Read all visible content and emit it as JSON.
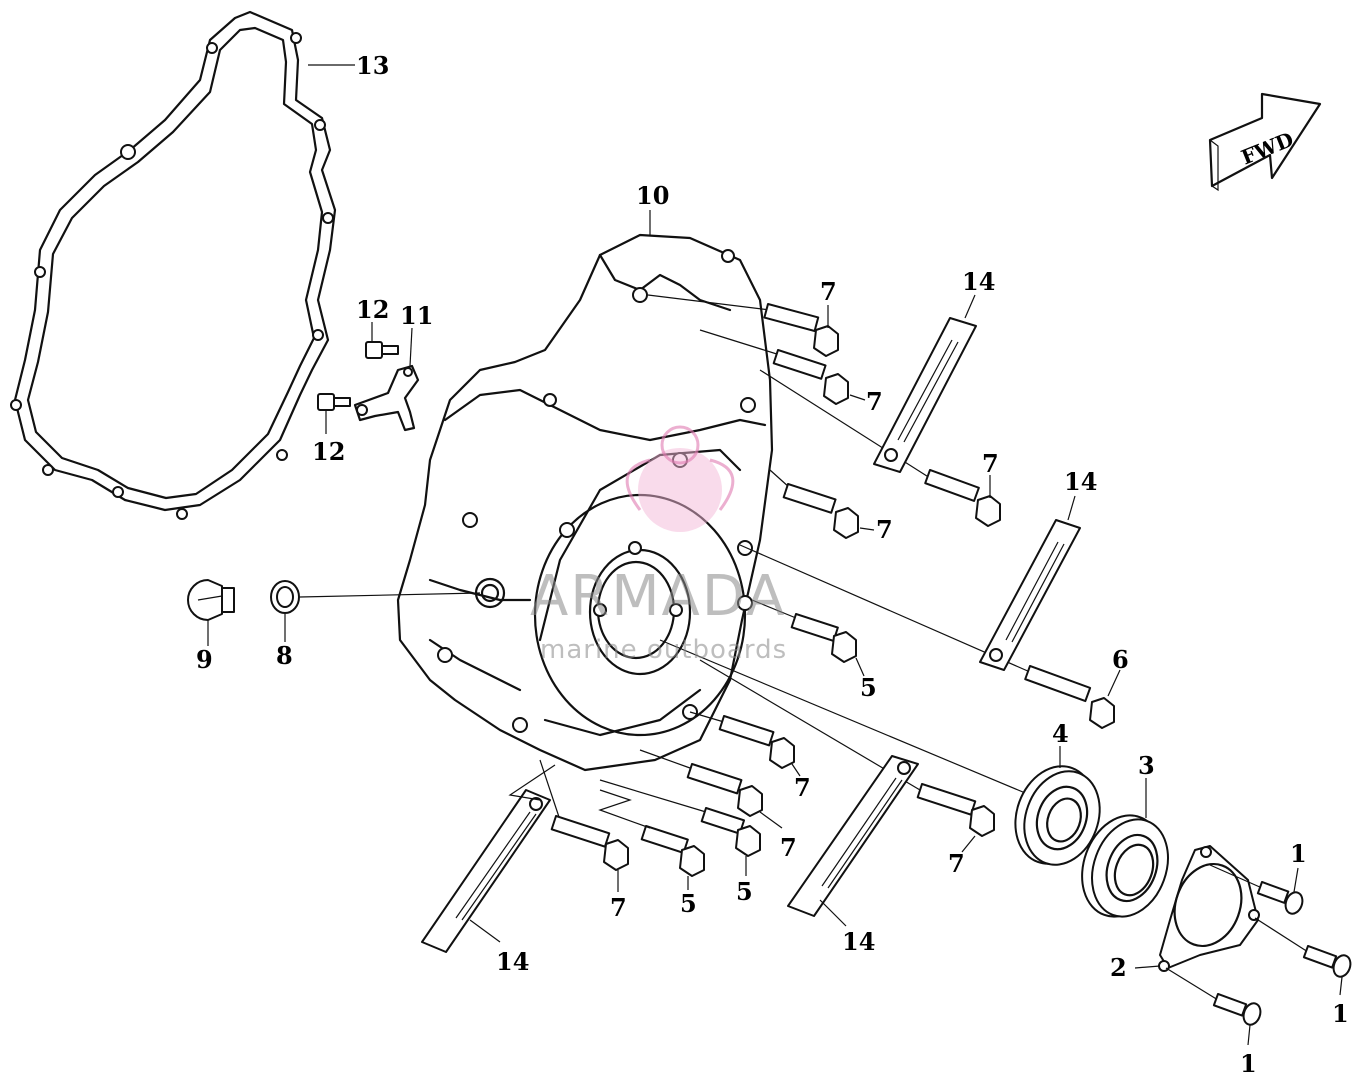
{
  "diagram": {
    "fwd_label": "FWD",
    "watermark": {
      "brand": "ARMADA",
      "tagline": "marine outboards",
      "accent_color": "#e07ab0"
    },
    "callouts": [
      {
        "id": "c13",
        "text": "13"
      },
      {
        "id": "c10",
        "text": "10"
      },
      {
        "id": "c12a",
        "text": "12"
      },
      {
        "id": "c11",
        "text": "11"
      },
      {
        "id": "c12b",
        "text": "12"
      },
      {
        "id": "c9",
        "text": "9"
      },
      {
        "id": "c8",
        "text": "8"
      },
      {
        "id": "c7a",
        "text": "7"
      },
      {
        "id": "c7b",
        "text": "7"
      },
      {
        "id": "c14a",
        "text": "14"
      },
      {
        "id": "c7c",
        "text": "7"
      },
      {
        "id": "c7d",
        "text": "7"
      },
      {
        "id": "c14b",
        "text": "14"
      },
      {
        "id": "c5a",
        "text": "5"
      },
      {
        "id": "c6",
        "text": "6"
      },
      {
        "id": "c4",
        "text": "4"
      },
      {
        "id": "c3",
        "text": "3"
      },
      {
        "id": "c7e",
        "text": "7"
      },
      {
        "id": "c7f",
        "text": "7"
      },
      {
        "id": "c7g",
        "text": "7"
      },
      {
        "id": "c7h",
        "text": "7"
      },
      {
        "id": "c5b",
        "text": "5"
      },
      {
        "id": "c5c",
        "text": "5"
      },
      {
        "id": "c14c",
        "text": "14"
      },
      {
        "id": "c14d",
        "text": "14"
      },
      {
        "id": "c1a",
        "text": "1"
      },
      {
        "id": "c2",
        "text": "2"
      },
      {
        "id": "c1b",
        "text": "1"
      },
      {
        "id": "c1c",
        "text": "1"
      }
    ]
  }
}
